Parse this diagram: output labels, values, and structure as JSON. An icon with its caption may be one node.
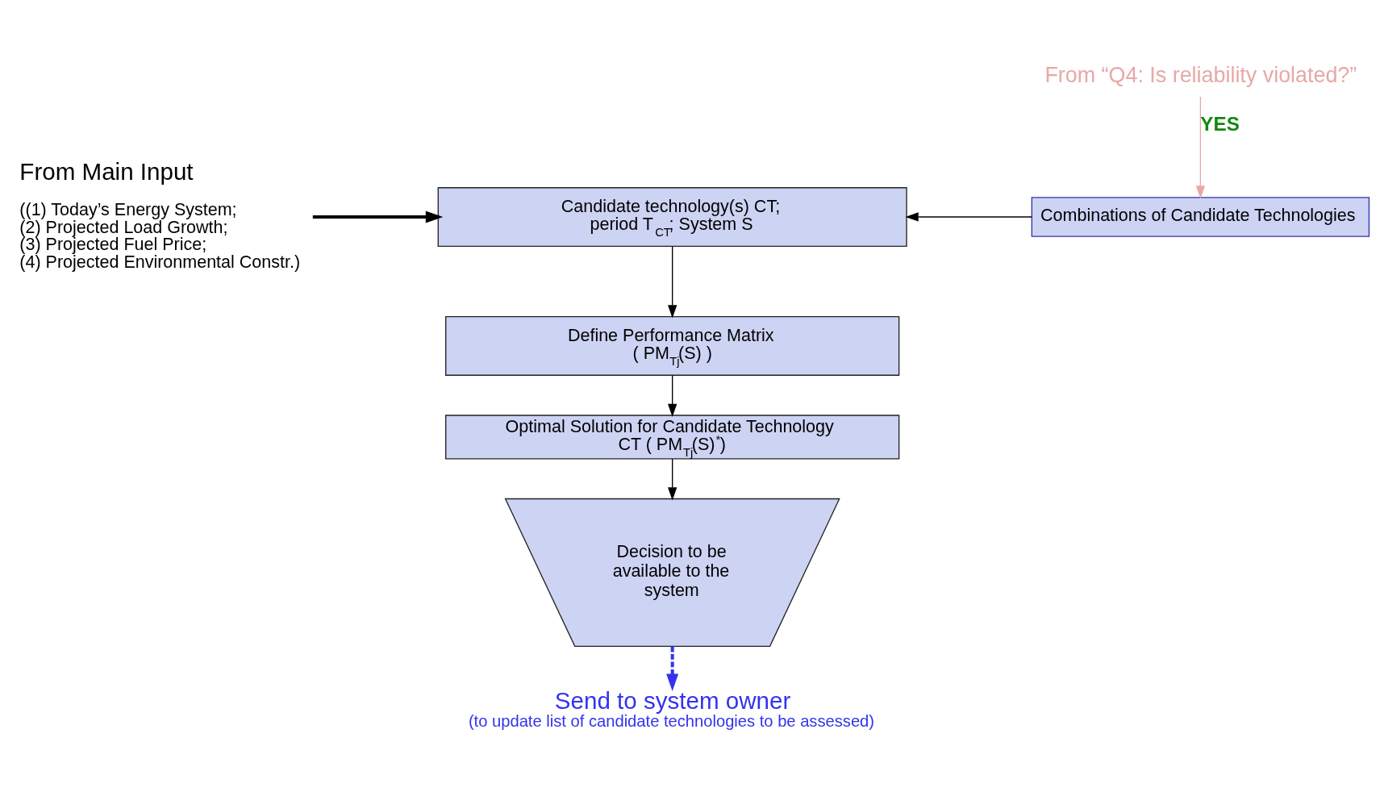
{
  "diagram": {
    "nodes": [
      {
        "text": [
          "From “Q4: Is reliability violated?”"
        ]
      },
      {
        "text": [
          "Combinations of Candidate Technologies"
        ]
      },
      {
        "text": [
          "Candidate technology(s) CT;",
          "period T$_{CT}$; System S"
        ]
      },
      {
        "text": [
          "From Main Input",
          "((1) Today’s Energy System; (2) Projected Load Growth; (3) Projected Fuel Price; (4) Projected Environmental Constr.)"
        ]
      },
      {
        "text": [
          "Define Performance Matrix",
          "( PM$_{Tj}$(S) )"
        ]
      },
      {
        "text": [
          "Optimal Solution for Candidate Technology",
          "CT ( PM$_{Tj}$(S)$^{*}$)"
        ]
      },
      {
        "text": [
          "Decision to be available to the system"
        ]
      },
      {
        "text": [
          "Send to system owner",
          "(to update list of candidate technologies to be assessed)"
        ]
      }
    ],
    "edges": [
      {
        "from": 0,
        "to": 1,
        "arrow": "to",
        "label": "YES",
        "color": "#e8a8a8"
      },
      {
        "from": 3,
        "to": 2,
        "arrow": "to",
        "style": "thick"
      },
      {
        "from": 1,
        "to": 2,
        "arrow": "to"
      },
      {
        "from": 2,
        "to": 4,
        "arrow": "to"
      },
      {
        "from": 4,
        "to": 5,
        "arrow": "to"
      },
      {
        "from": 5,
        "to": 6,
        "arrow": "to"
      },
      {
        "from": 6,
        "to": 7,
        "arrow": "to",
        "style": "dashed",
        "color": "#3333ee"
      }
    ]
  }
}
